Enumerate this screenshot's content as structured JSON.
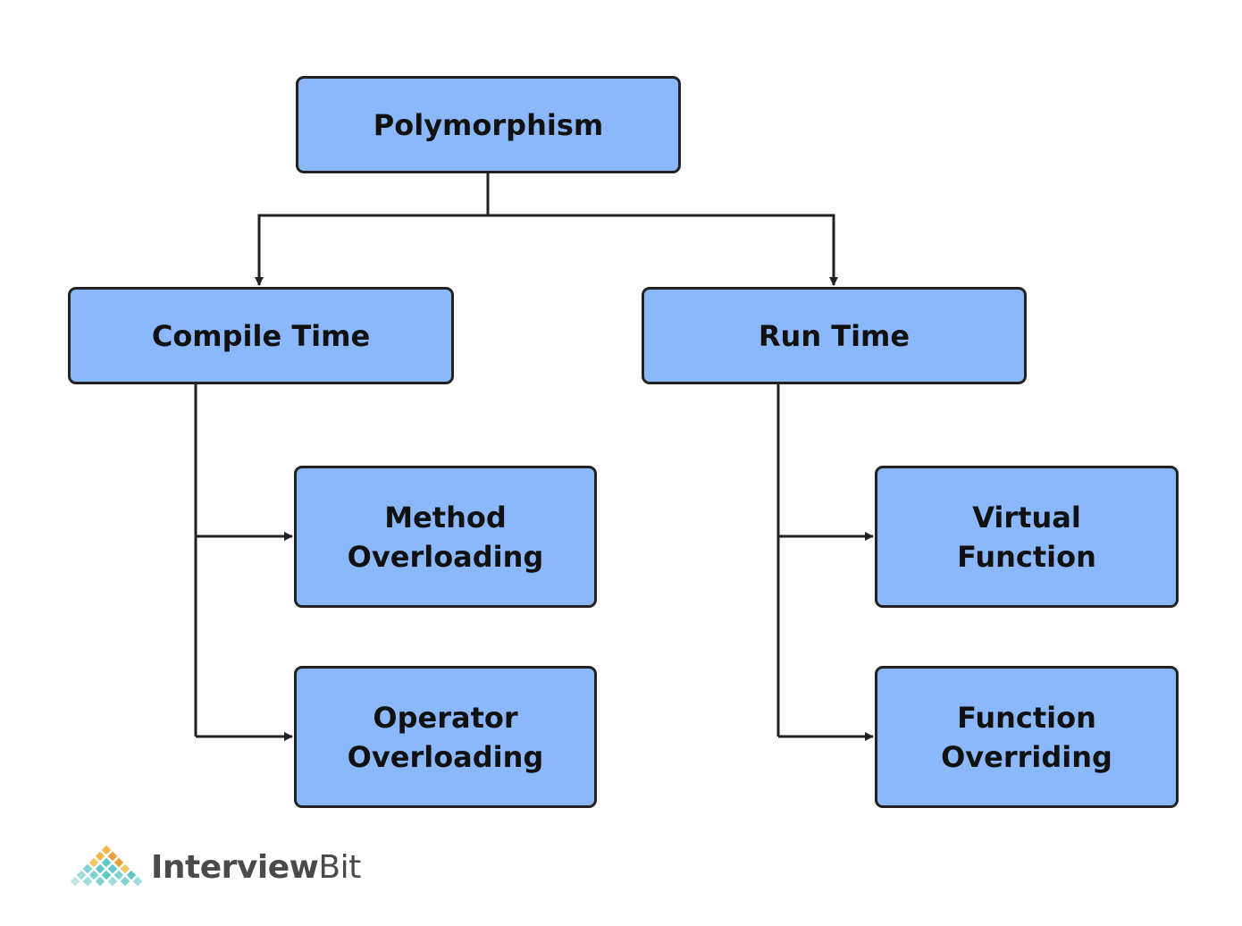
{
  "colors": {
    "node_fill": "#8bb8fb",
    "node_border": "#222222",
    "connector": "#222222",
    "brand_text": "#4a4a4a"
  },
  "nodes": {
    "root": {
      "lines": [
        "Polymorphism"
      ]
    },
    "compile_time": {
      "lines": [
        "Compile Time"
      ]
    },
    "run_time": {
      "lines": [
        "Run Time"
      ]
    },
    "method_overloading": {
      "lines": [
        "Method",
        "Overloading"
      ]
    },
    "operator_overloading": {
      "lines": [
        "Operator",
        "Overloading"
      ]
    },
    "virtual_function": {
      "lines": [
        "Virtual",
        "Function"
      ]
    },
    "function_overriding": {
      "lines": [
        "Function",
        "Overriding"
      ]
    }
  },
  "edges": [
    {
      "from": "Polymorphism",
      "to": "Compile Time"
    },
    {
      "from": "Polymorphism",
      "to": "Run Time"
    },
    {
      "from": "Compile Time",
      "to": "Method Overloading"
    },
    {
      "from": "Compile Time",
      "to": "Operator Overloading"
    },
    {
      "from": "Run Time",
      "to": "Virtual Function"
    },
    {
      "from": "Run Time",
      "to": "Function Overriding"
    }
  ],
  "brand": {
    "name_bold": "Interview",
    "name_regular": "Bit",
    "icon": "diamond-grid-logo-icon"
  }
}
